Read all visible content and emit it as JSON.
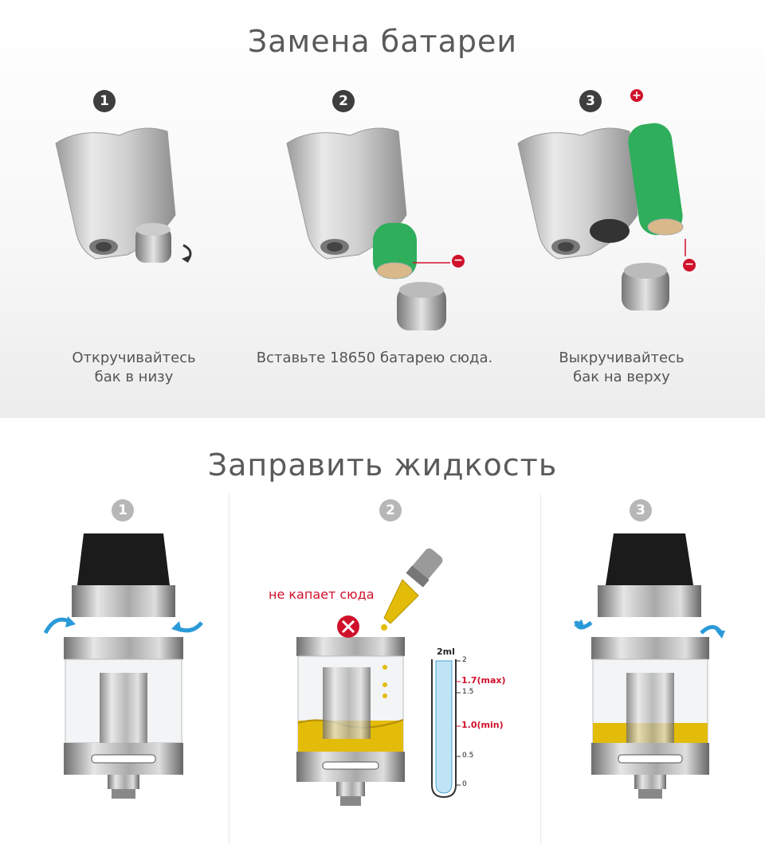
{
  "battery_section": {
    "title": "Замена батареи",
    "steps": [
      {
        "number": "1",
        "caption_line1": "Откручивайтесь",
        "caption_line2": "бак в низу"
      },
      {
        "number": "2",
        "caption_line1": "Вставьте 18650 батарею сюда.",
        "caption_line2": ""
      },
      {
        "number": "3",
        "caption_line1": "Выкручивайтесь",
        "caption_line2": "бак на верху"
      }
    ],
    "plus_sign": "+",
    "minus_sign": "−"
  },
  "liquid_section": {
    "title": "Заправить жидкость",
    "steps": [
      {
        "number": "1"
      },
      {
        "number": "2"
      },
      {
        "number": "3"
      }
    ],
    "no_drip_label": "не капает сюда",
    "scale": {
      "header": "2ml",
      "ticks": [
        "2",
        "1.7(max)",
        "1.5",
        "1.0(min)",
        "0.5",
        "0"
      ]
    }
  },
  "colors": {
    "battery_green": "#2fae5b",
    "liquid_yellow": "#e3bc0a",
    "warning_red": "#d0112b",
    "scale_blue": "#bfe4f6"
  }
}
